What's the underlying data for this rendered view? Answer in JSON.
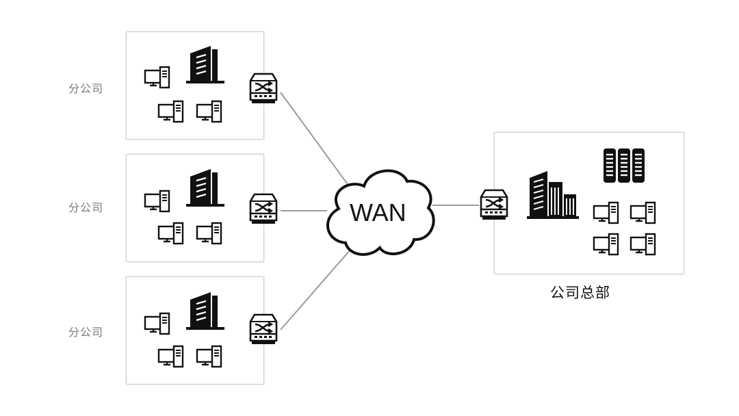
{
  "branches": [
    {
      "label": "分公司"
    },
    {
      "label": "分公司"
    },
    {
      "label": "分公司"
    }
  ],
  "cloud": {
    "label": "WAN",
    "icon": "cloud-icon"
  },
  "headquarters": {
    "label": "公司总部"
  },
  "icons": {
    "building": "office-building-icon",
    "computer": "computer-icon",
    "switch": "network-switch-icon",
    "server": "server-rack-icon",
    "hq_building": "headquarters-building-icon"
  }
}
